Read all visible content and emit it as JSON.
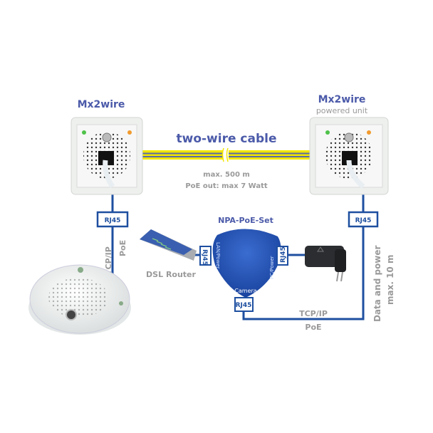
{
  "left_unit": {
    "title": "Mx2wire"
  },
  "right_unit": {
    "title": "Mx2wire",
    "subtitle": "powered unit"
  },
  "cable": {
    "label": "two-wire cable",
    "distance": "max. 500 m",
    "poe": "PoE out: max 7 Watt"
  },
  "rj45": "RJ45",
  "left_link": {
    "line1": "TCP/IP",
    "line2": "PoE"
  },
  "router": {
    "label": "DSL Router"
  },
  "npa": {
    "title": "NPA-PoE-Set",
    "lan_port": "LAN/Power",
    "pc_port": "PC/Power",
    "camera_port": "Camera"
  },
  "bottom_link": {
    "line1": "TCP/IP",
    "line2": "PoE"
  },
  "right_link": {
    "line1": "Data and power",
    "line2": "max. 10 m"
  },
  "colors": {
    "title_blue": "#4b5aa9",
    "line_blue": "#1e4fa0",
    "cable_yellow": "#f2e600",
    "label_gray": "#9a9a9a"
  }
}
